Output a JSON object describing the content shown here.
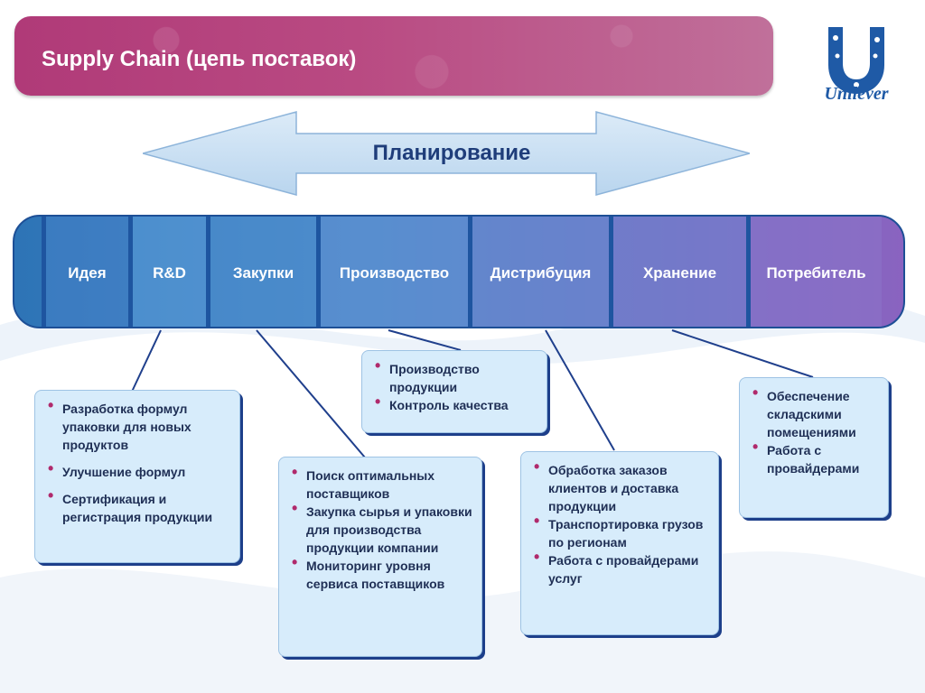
{
  "title": "Supply Chain (цепь поставок)",
  "logo": {
    "word": "Unilever"
  },
  "planning": {
    "label": "Планирование"
  },
  "chain": {
    "stages": [
      "Идея",
      "R&D",
      "Закупки",
      "Производство",
      "Дистрибуция",
      "Хранение",
      "Потребитель"
    ]
  },
  "boxes": {
    "rnd": {
      "items": [
        "Разработка формул упаковки для новых продуктов",
        "Улучшение формул",
        "Сертификация и регистрация продукции"
      ]
    },
    "procurement": {
      "items": [
        "Поиск оптимальных поставщиков",
        "Закупка сырья и упаковки для производства продукции компании",
        "Мониторинг уровня сервиса поставщиков"
      ]
    },
    "production": {
      "items": [
        "Производство продукции",
        "Контроль качества"
      ]
    },
    "distribution": {
      "items": [
        "Обработка заказов клиентов и доставка продукции",
        "Транспортировка грузов по регионам",
        "Работа с провайдерами услуг"
      ]
    },
    "storage": {
      "items": [
        "Обеспечение складскими помещениями",
        "Работа с провайдерами"
      ]
    }
  },
  "colors": {
    "title_bar": "#b03a78",
    "chain": "#3b7dc0",
    "box_fill": "#d7ecfb",
    "box_shadow": "#1d3f8a",
    "bullet": "#b02a6c"
  }
}
